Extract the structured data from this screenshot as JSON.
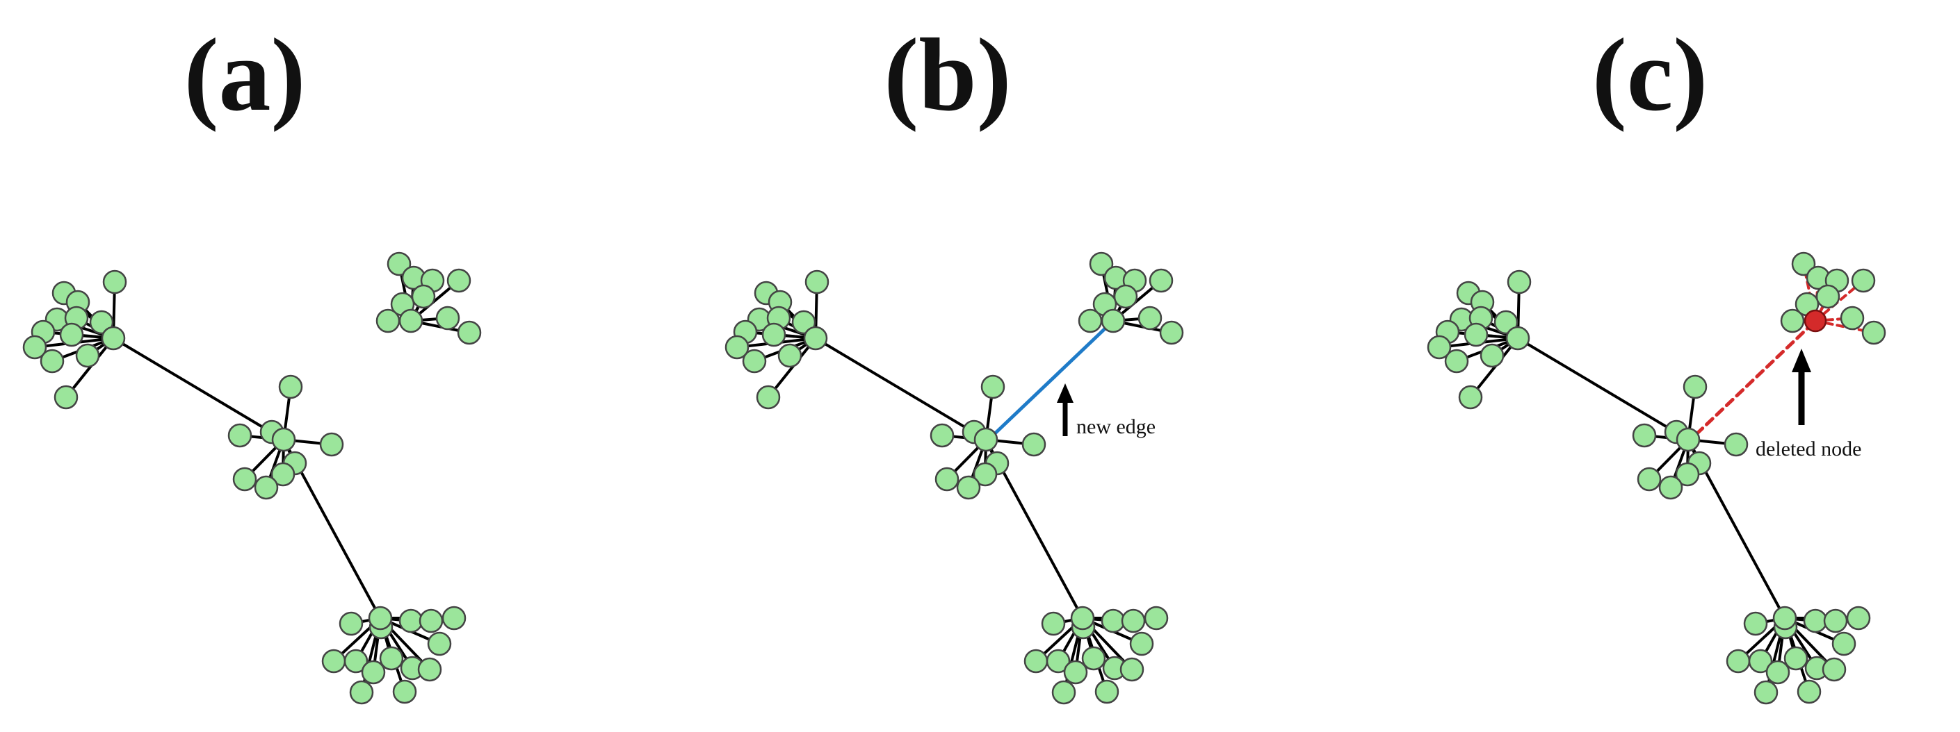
{
  "panels": [
    {
      "label": "(a)"
    },
    {
      "label": "(b)",
      "annotation": "new edge"
    },
    {
      "label": "(c)",
      "annotation": "deleted node"
    }
  ],
  "colors": {
    "node_fill": "#9be59b",
    "node_stroke": "#444444",
    "edge": "#000000",
    "new_edge": "#1f7bc8",
    "deleted": "#d42a2a"
  },
  "icons": [
    "up-arrow-icon"
  ]
}
